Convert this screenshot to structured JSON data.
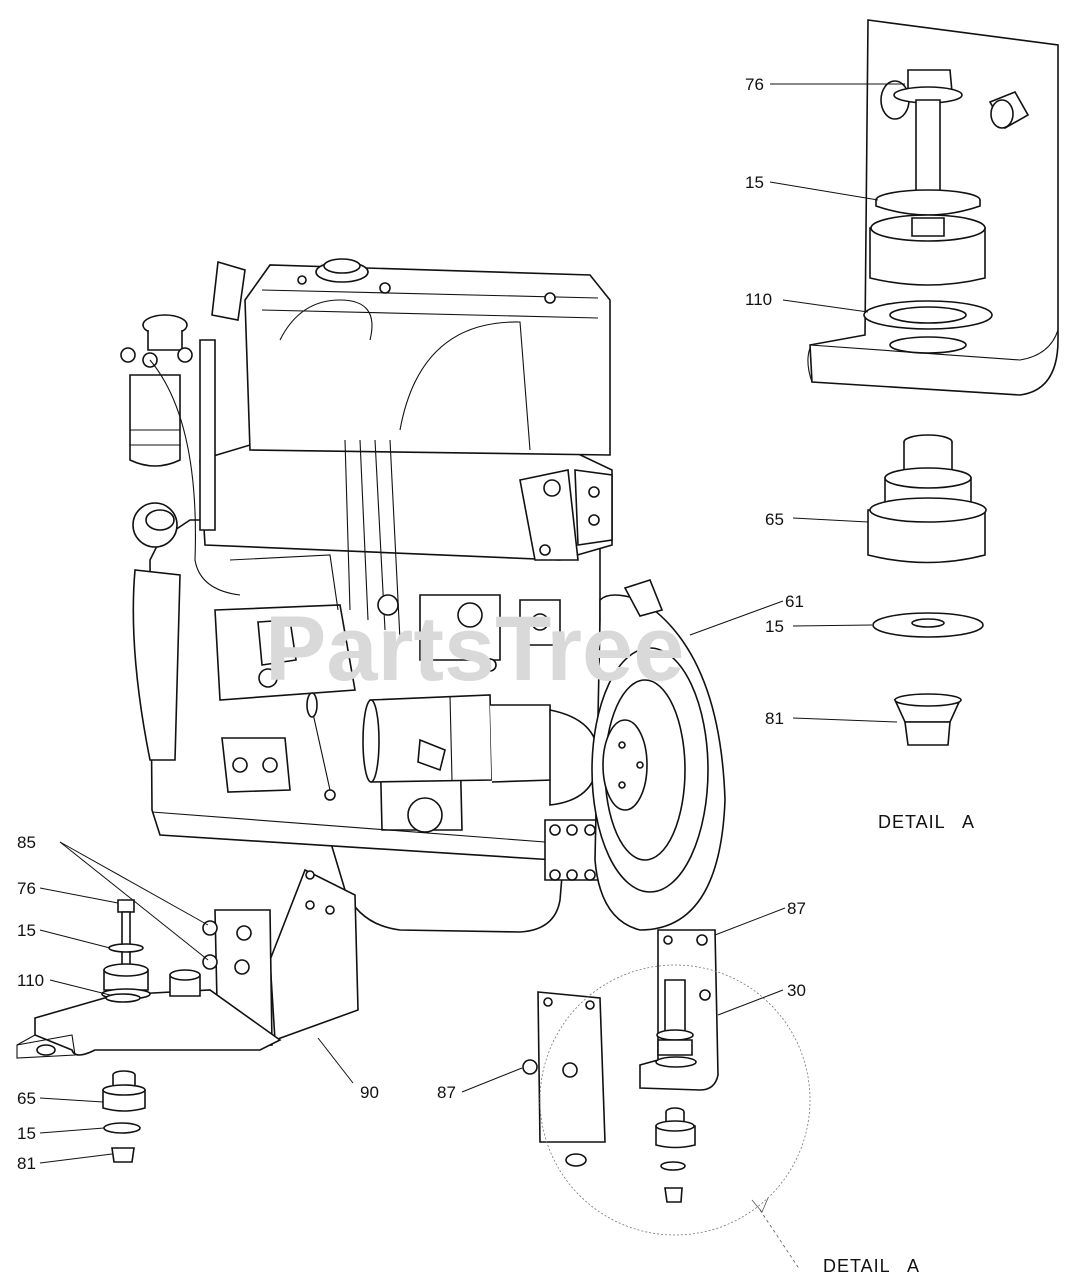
{
  "watermark": "PartsTree",
  "callouts": [
    {
      "id": "c76-detail",
      "text": "76"
    },
    {
      "id": "c15-detail",
      "text": "15"
    },
    {
      "id": "c110-detail",
      "text": "110"
    },
    {
      "id": "c65-detail",
      "text": "65"
    },
    {
      "id": "c15-detail-lower",
      "text": "15"
    },
    {
      "id": "c81-detail",
      "text": "81"
    },
    {
      "id": "c61",
      "text": "61"
    },
    {
      "id": "c85",
      "text": "85"
    },
    {
      "id": "c76",
      "text": "76"
    },
    {
      "id": "c15",
      "text": "15"
    },
    {
      "id": "c110",
      "text": "110"
    },
    {
      "id": "c90",
      "text": "90"
    },
    {
      "id": "c65",
      "text": "65"
    },
    {
      "id": "c15-lower",
      "text": "15"
    },
    {
      "id": "c81",
      "text": "81"
    },
    {
      "id": "c87-right",
      "text": "87"
    },
    {
      "id": "c87-left",
      "text": "87"
    },
    {
      "id": "c30",
      "text": "30"
    }
  ],
  "detail_labels": {
    "upper": "DETAIL   A",
    "lower": "DETAIL   A"
  }
}
